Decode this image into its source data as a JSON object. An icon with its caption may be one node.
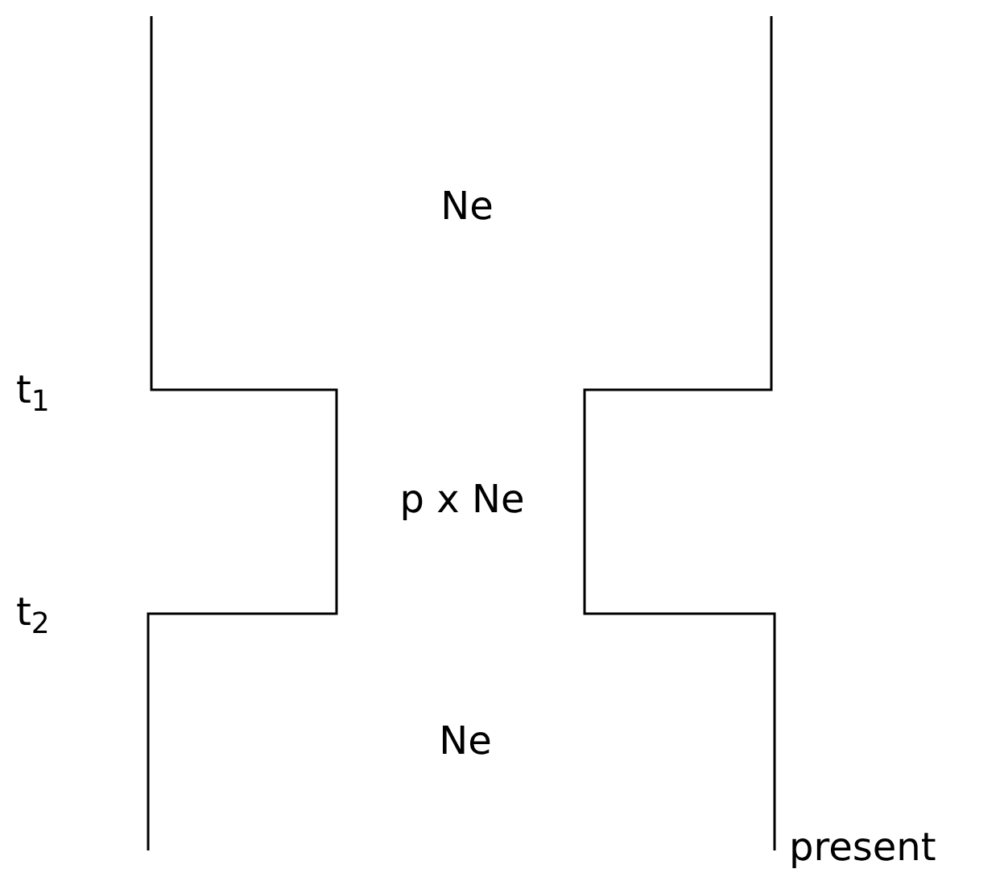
{
  "diagram": {
    "labels": [
      "Ne",
      "t$_{1}$",
      "p x Ne",
      "t$_{2}$",
      "Ne",
      "present"
    ]
  }
}
